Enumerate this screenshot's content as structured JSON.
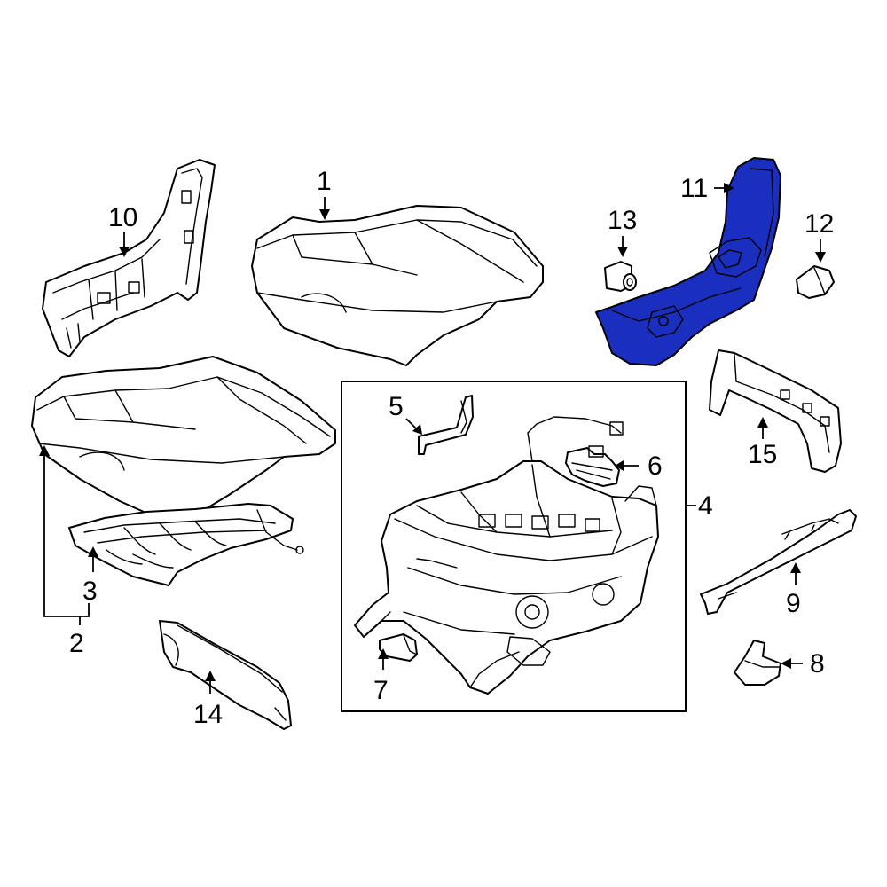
{
  "diagram": {
    "highlight_color": "#1a2fbf",
    "line_color": "#000000",
    "callouts": {
      "c1": "1",
      "c2": "2",
      "c3": "3",
      "c4": "4",
      "c5": "5",
      "c6": "6",
      "c7": "7",
      "c8": "8",
      "c9": "9",
      "c10": "10",
      "c11": "11",
      "c12": "12",
      "c13": "13",
      "c14": "14",
      "c15": "15"
    }
  }
}
